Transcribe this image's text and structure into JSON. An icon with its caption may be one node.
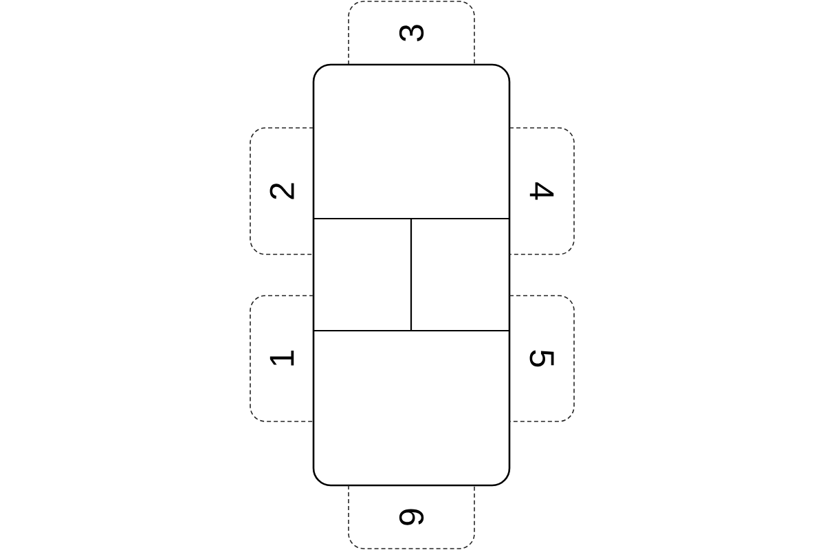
{
  "diagram": {
    "nodes": [
      {
        "text": [
          "3"
        ]
      },
      {
        "text": [],
        "shape": "box"
      },
      {
        "text": [
          "2"
        ]
      },
      {
        "text": [
          "4"
        ]
      },
      {
        "text": [
          "1"
        ]
      },
      {
        "text": [
          "5"
        ]
      },
      {
        "text": [
          "6"
        ]
      }
    ]
  }
}
